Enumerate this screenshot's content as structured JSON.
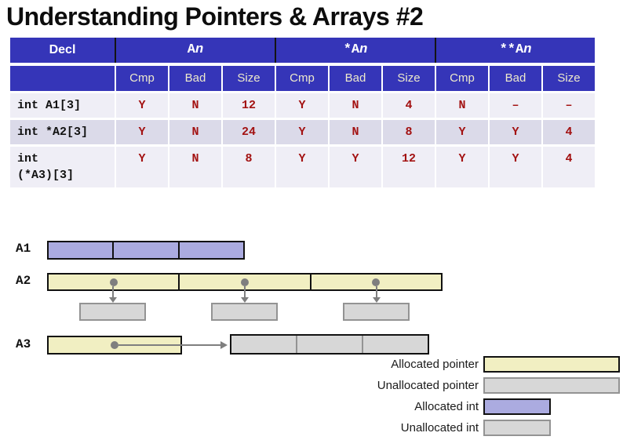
{
  "title": "Understanding Pointers & Arrays #2",
  "table": {
    "decl_header": "Decl",
    "groups": [
      {
        "label": "An",
        "roman": "A",
        "italic": "n"
      },
      {
        "label": "*An",
        "roman": "*A",
        "italic": "n"
      },
      {
        "label": "**An",
        "roman": "**A",
        "italic": "n"
      }
    ],
    "subheaders": [
      "Cmp",
      "Bad",
      "Size"
    ],
    "rows": [
      {
        "decl": "int A1[3]",
        "values": [
          "Y",
          "N",
          "12",
          "Y",
          "N",
          "4",
          "N",
          "–",
          "–"
        ]
      },
      {
        "decl": "int *A2[3]",
        "values": [
          "Y",
          "N",
          "24",
          "Y",
          "N",
          "8",
          "Y",
          "Y",
          "4"
        ]
      },
      {
        "decl": "int\n(*A3)[3]",
        "values": [
          "Y",
          "N",
          "8",
          "Y",
          "Y",
          "12",
          "Y",
          "Y",
          "4"
        ]
      }
    ]
  },
  "diagram": {
    "a1": {
      "label": "A1",
      "cells": 3,
      "kind": "allocated-int"
    },
    "a2": {
      "label": "A2",
      "cells": 3,
      "kind": "allocated-pointer",
      "unallocated_targets": 3
    },
    "a3": {
      "label": "A3",
      "cells": 1,
      "kind": "allocated-pointer",
      "target_cells": 3
    }
  },
  "legend": {
    "items": [
      {
        "label": "Allocated pointer",
        "type": "allocated-pointer"
      },
      {
        "label": "Unallocated pointer",
        "type": "unallocated-pointer"
      },
      {
        "label": "Allocated int",
        "type": "allocated-int"
      },
      {
        "label": "Unallocated int",
        "type": "unallocated-int"
      }
    ]
  },
  "colors": {
    "header_blue": "#3535B8",
    "subheader_text": "#EDE9CC",
    "value_red": "#A31212",
    "row_light": "#EFEEF6",
    "row_dark": "#DBDAE9",
    "allocated_pointer": "#F1EFC2",
    "allocated_int": "#ABABE0",
    "unallocated_fill": "#D7D7D7",
    "unallocated_border": "#939393",
    "arrow_gray": "#7F7F7F",
    "border_black": "#111111"
  }
}
